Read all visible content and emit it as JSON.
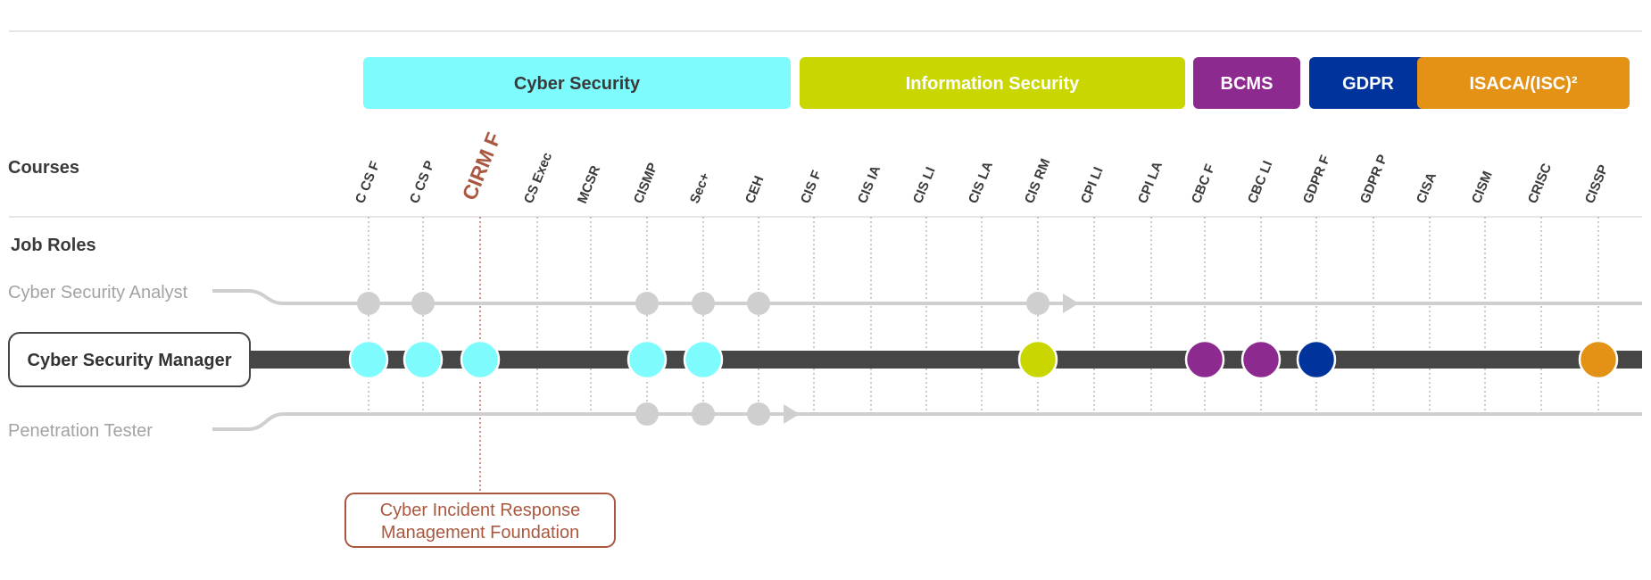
{
  "colors": {
    "cyber": "#7dfbfd",
    "infosec": "#cad600",
    "bcms": "#8d2a8f",
    "gdpr": "#00339b",
    "isaca": "#e39216",
    "highlight": "#a9583f",
    "inactive": "#cfcfcf",
    "primary_track": "#464646"
  },
  "categories": [
    {
      "key": "cyber",
      "label": "Cyber Security",
      "text_color": "#3a3a3a"
    },
    {
      "key": "infosec",
      "label": "Information Security",
      "text_color": "#ffffff"
    },
    {
      "key": "bcms",
      "label": "BCMS",
      "text_color": "#ffffff"
    },
    {
      "key": "gdpr",
      "label": "GDPR",
      "text_color": "#ffffff"
    },
    {
      "key": "isaca",
      "label": "ISACA/(ISC)²",
      "text_color": "#ffffff"
    }
  ],
  "sections": {
    "courses": "Courses",
    "job_roles": "Job Roles"
  },
  "courses": [
    {
      "code": "C CS F"
    },
    {
      "code": "C CS P"
    },
    {
      "code": "CIRM F",
      "highlight": true
    },
    {
      "code": "CS Exec"
    },
    {
      "code": "MCSR"
    },
    {
      "code": "CISMP"
    },
    {
      "code": "Sec+"
    },
    {
      "code": "CEH"
    },
    {
      "code": "CIS F"
    },
    {
      "code": "CIS IA"
    },
    {
      "code": "CIS LI"
    },
    {
      "code": "CIS LA"
    },
    {
      "code": "CIS RM"
    },
    {
      "code": "CPI LI"
    },
    {
      "code": "CPI LA"
    },
    {
      "code": "CBC F"
    },
    {
      "code": "CBC LI"
    },
    {
      "code": "GDPR F"
    },
    {
      "code": "GDPR P"
    },
    {
      "code": "CISA"
    },
    {
      "code": "CISM"
    },
    {
      "code": "CRISC"
    },
    {
      "code": "CISSP"
    }
  ],
  "roles": [
    {
      "name": "Cyber Security Analyst",
      "primary": false,
      "nodes": [
        {
          "course": "C CS F"
        },
        {
          "course": "C CS P"
        },
        {
          "course": "CISMP"
        },
        {
          "course": "Sec+"
        },
        {
          "course": "CEH"
        },
        {
          "course": "CIS RM"
        }
      ]
    },
    {
      "name": "Cyber Security Manager",
      "primary": true,
      "nodes": [
        {
          "course": "C CS F",
          "color": "#7dfbfd"
        },
        {
          "course": "C CS P",
          "color": "#7dfbfd"
        },
        {
          "course": "CIRM F",
          "color": "#7dfbfd"
        },
        {
          "course": "CISMP",
          "color": "#7dfbfd"
        },
        {
          "course": "Sec+",
          "color": "#7dfbfd"
        },
        {
          "course": "CIS RM",
          "color": "#cad600"
        },
        {
          "course": "CBC F",
          "color": "#8d2a8f"
        },
        {
          "course": "CBC LI",
          "color": "#8d2a8f"
        },
        {
          "course": "GDPR F",
          "color": "#00339b"
        },
        {
          "course": "CISSP",
          "color": "#e39216"
        }
      ]
    },
    {
      "name": "Penetration Tester",
      "primary": false,
      "nodes": [
        {
          "course": "CISMP"
        },
        {
          "course": "Sec+"
        },
        {
          "course": "CEH"
        }
      ]
    }
  ],
  "callout": {
    "course": "CIRM F",
    "lines": [
      "Cyber Incident Response",
      "Management Foundation"
    ]
  }
}
